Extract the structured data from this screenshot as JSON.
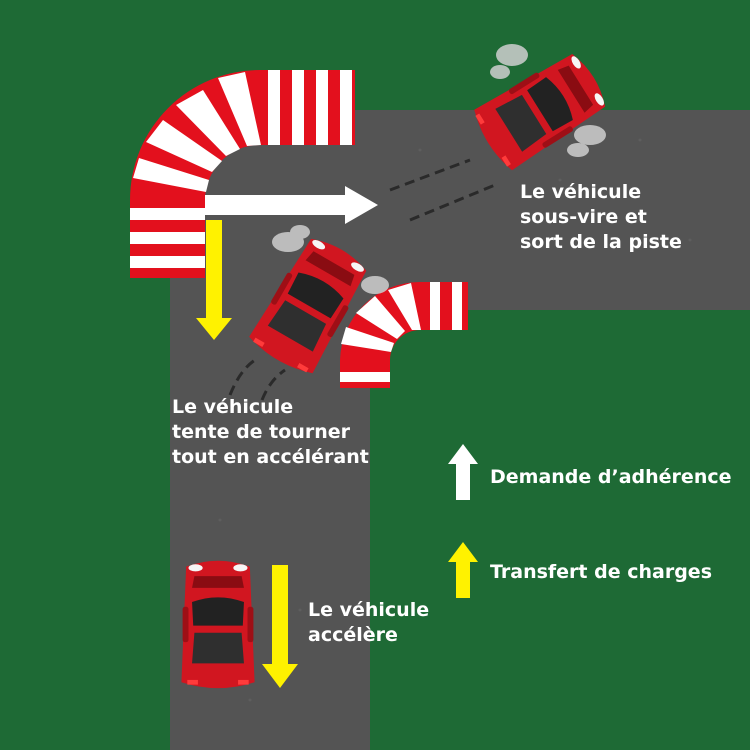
{
  "colors": {
    "grass": "#1e6a35",
    "asphalt": "#545454",
    "curb_red": "#e3101d",
    "curb_white": "#ffffff",
    "car_red": "#d11620",
    "car_glass": "#222222",
    "arrow_white": "#ffffff",
    "arrow_yellow": "#fff200",
    "smoke": "#cfcfcf"
  },
  "annotations": {
    "top_right": [
      "Le véhicule",
      "sous-vire et",
      "sort de la piste"
    ],
    "middle_left": [
      "Le véhicule",
      "tente de tourner",
      "tout en accélérant"
    ],
    "bottom": [
      "Le véhicule",
      "accélère"
    ]
  },
  "legend": {
    "grip_demand": {
      "label": "Demande d’adhérence",
      "icon": "white-up-arrow-icon"
    },
    "load_transfer": {
      "label": "Transfert de charges",
      "icon": "yellow-up-arrow-icon"
    }
  }
}
